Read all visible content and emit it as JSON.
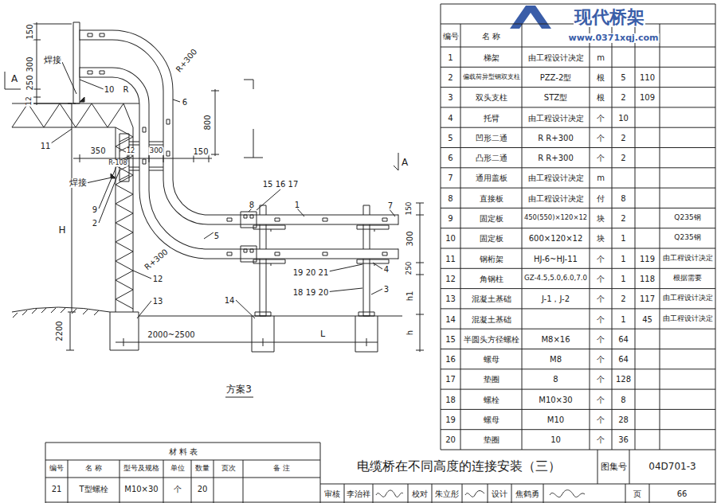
{
  "diagram": {
    "title": "电缆桥在不同高度的连接安装（三）",
    "caption": "方案3",
    "labels": [
      "150",
      "300",
      "12",
      "250",
      "A",
      "焊接",
      "10",
      "R+300",
      "R",
      "6",
      "800",
      "11",
      "350",
      "12",
      "R-108",
      "300",
      "150",
      "焊接",
      "9",
      "2",
      "R+300",
      "5",
      "8",
      "15 16 17",
      "1",
      "7",
      "150",
      "300",
      "250",
      "A",
      "19 20 21",
      "18 19 20",
      "4",
      "3",
      "H",
      "12",
      "13",
      "14",
      "h1",
      "h",
      "2200",
      "2000~2500",
      "L",
      "编号",
      "名 称",
      "1",
      "梯架",
      "由工程设计决定",
      "m",
      "2",
      "偏载荷异型钢双支柱",
      "PZZ-2型",
      "根",
      "5",
      "110",
      "3",
      "双头支柱",
      "STZ型",
      "根",
      "2",
      "109",
      "4",
      "托臂",
      "由工程设计决定",
      "个",
      "10",
      "5",
      "凹形二通",
      "R R+300",
      "个",
      "2",
      "6",
      "凸形二通",
      "R R+300",
      "个",
      "2",
      "7",
      "通用盖板",
      "由工程设计决定",
      "m",
      "8",
      "直接板",
      "由工程设计决定",
      "付",
      "8",
      "9",
      "固定板",
      "450(550)×120×12",
      "块",
      "2",
      "Q235钢",
      "10",
      "固定板",
      "600×120×12",
      "块",
      "1",
      "Q235钢",
      "11",
      "钢桁架",
      "HJ-6~HJ-11",
      "个",
      "1",
      "119",
      "由工程设计决定",
      "12",
      "角钢柱",
      "GZ-4.5,5.0,6.0,7.0",
      "个",
      "1",
      "118",
      "根据需要",
      "13",
      "混凝土基础",
      "J-1，J-2",
      "个",
      "2",
      "117",
      "由工程设计决定",
      "14",
      "混凝土基础",
      "个",
      "1",
      "45",
      "由工程设计决定",
      "15",
      "半圆头方径螺栓",
      "M8×16",
      "个",
      "64",
      "16",
      "螺母",
      "M8",
      "个",
      "64",
      "17",
      "垫圈",
      "8",
      "个",
      "128",
      "18",
      "螺栓",
      "M10×30",
      "个",
      "8",
      "19",
      "螺母",
      "M10",
      "个",
      "28",
      "20",
      "垫圈",
      "10",
      "个",
      "36",
      "材 料 表",
      "编号",
      "名 称",
      "型号及规格",
      "单位",
      "数量",
      "页次",
      "备 注",
      "21",
      "T型螺栓",
      "M10×30",
      "个",
      "20",
      "图集号",
      "04D701-3",
      "审核",
      "李治祥",
      "校对",
      "朱立彤",
      "设计",
      "焦鹤勇",
      "页",
      "66",
      "现代桥架",
      "www.0371xqj.com"
    ]
  }
}
